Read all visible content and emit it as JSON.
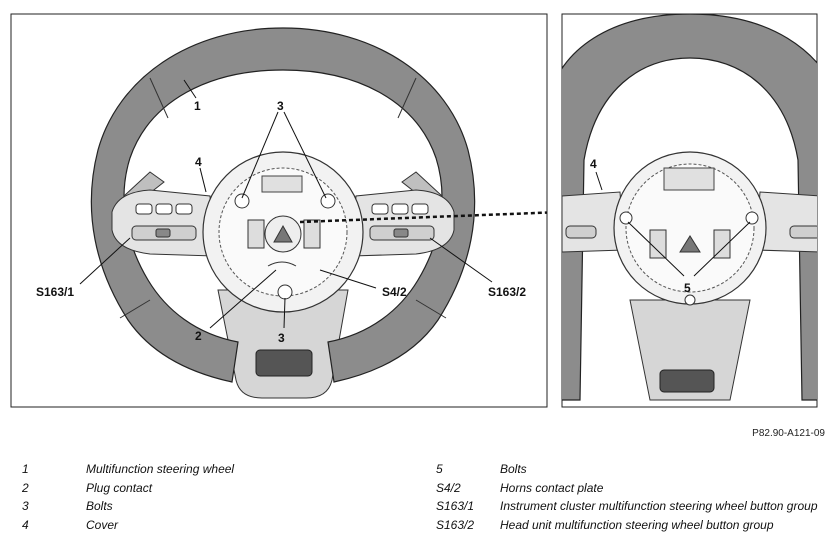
{
  "callouts": {
    "left": {
      "part_1": "1",
      "part_3_top": "3",
      "part_4": "4",
      "s163_1": "S163/1",
      "part_2": "2",
      "part_3_bottom": "3",
      "s4_2": "S4/2",
      "s163_2": "S163/2"
    },
    "right": {
      "part_4": "4",
      "part_5": "5"
    }
  },
  "figure_id": "P82.90-A121-09",
  "legend": {
    "left": [
      {
        "num": "1",
        "text": "Multifunction steering wheel"
      },
      {
        "num": "2",
        "text": "Plug contact"
      },
      {
        "num": "3",
        "text": "Bolts"
      },
      {
        "num": "4",
        "text": "Cover"
      }
    ],
    "right": [
      {
        "num": "5",
        "text": "Bolts"
      },
      {
        "num": "S4/2",
        "text": "Horns contact plate"
      },
      {
        "num": "S163/1",
        "text": "Instrument cluster multifunction steering wheel button group"
      },
      {
        "num": "S163/2",
        "text": "Head unit multifunction steering wheel button group"
      }
    ]
  },
  "colors": {
    "rim": "#8c8c8c",
    "rim_dark": "#6f6f6f",
    "spoke": "#d9d9d9",
    "line": "#111111",
    "frame": "#222222"
  }
}
